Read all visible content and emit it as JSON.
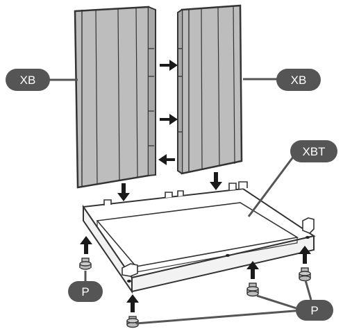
{
  "labels": {
    "panel_left": "XB",
    "panel_right": "XB",
    "tray": "XBT",
    "foot_left": "P",
    "foot_right": "P"
  },
  "colors": {
    "panel_fill": "#bcbcbc",
    "panel_edge": "#3a3a3a",
    "tray_fill": "#ffffff",
    "label_fill": "#555555",
    "arrow": "#1a1a1a"
  },
  "icons": {
    "move_arrow": "thick-black-arrow",
    "foot": "levelling-foot"
  }
}
